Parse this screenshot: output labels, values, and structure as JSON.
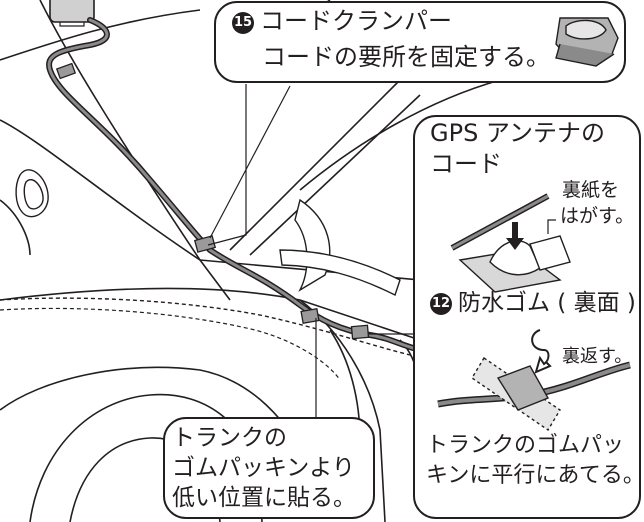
{
  "callout_15": {
    "number": "15",
    "title": "コードクランパー",
    "description": "コードの要所を固定する。"
  },
  "gps_panel": {
    "title_line1": "GPS アンテナの",
    "title_line2": "コード",
    "peel_line1": "裏紙を",
    "peel_line2": "はがす。",
    "rubber_number": "12",
    "rubber_label": "防水ゴム ( 裏面 )",
    "flip_label": "裏返す。",
    "note_line1": "トランクのゴムパッ",
    "note_line2": "キンに平行にあてる。"
  },
  "trunk_callout": {
    "line1": "トランクの",
    "line2": "ゴムパッキンより",
    "line3": "低い位置に貼る。"
  },
  "colors": {
    "ink": "#231f20",
    "cable": "#8a8a8a",
    "rubber": "#b3b3b3",
    "clamp": "#9a9a9a"
  }
}
